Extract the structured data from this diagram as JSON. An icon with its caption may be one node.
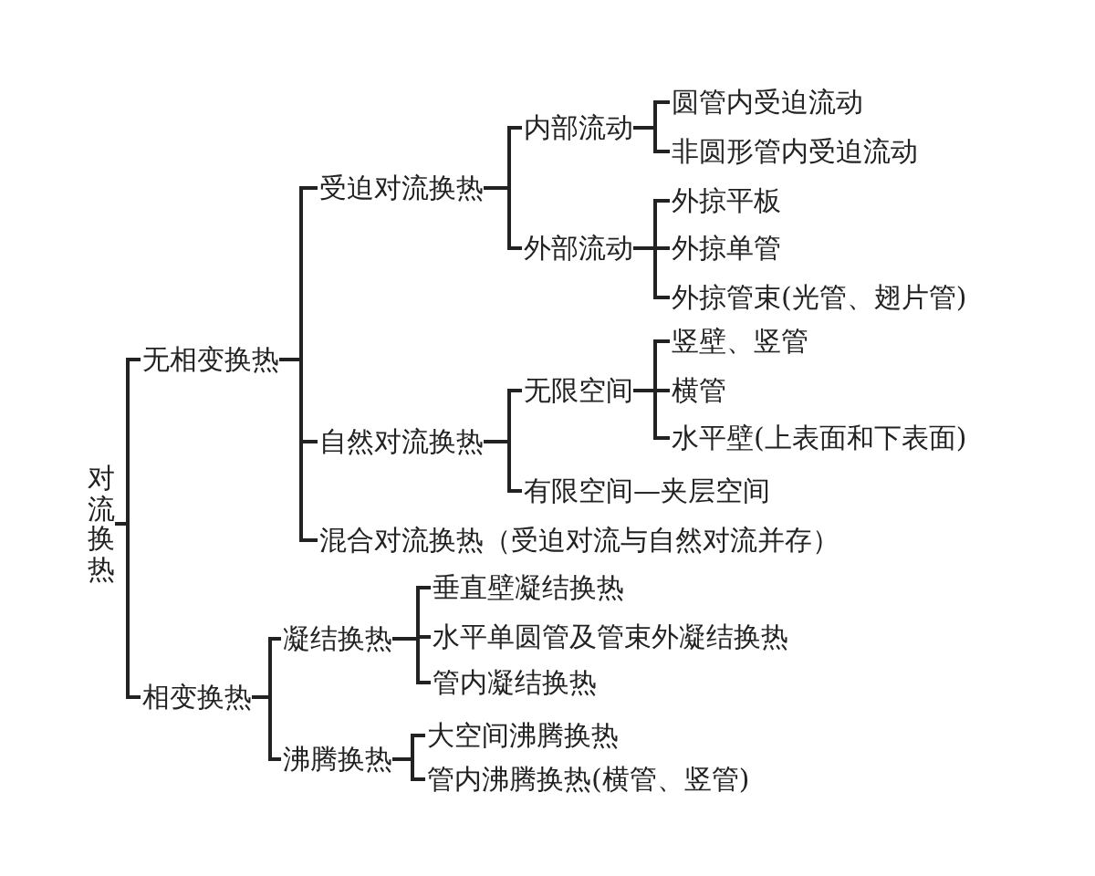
{
  "diagram": {
    "nodes": [
      {
        "text": [
          "对流换热"
        ]
      },
      {
        "text": [
          "无相变换热"
        ]
      },
      {
        "text": [
          "受迫对流换热"
        ]
      },
      {
        "text": [
          "内部流动"
        ]
      },
      {
        "text": [
          "圆管内受迫流动"
        ]
      },
      {
        "text": [
          "非圆形管内受迫流动"
        ]
      },
      {
        "text": [
          "外部流动"
        ]
      },
      {
        "text": [
          "外掠平板"
        ]
      },
      {
        "text": [
          "外掠单管"
        ]
      },
      {
        "text": [
          "外掠管束(光管、翅片管)"
        ]
      },
      {
        "text": [
          "自然对流换热"
        ]
      },
      {
        "text": [
          "无限空间"
        ]
      },
      {
        "text": [
          "竖壁、竖管"
        ]
      },
      {
        "text": [
          "横管"
        ]
      },
      {
        "text": [
          "水平壁(上表面和下表面)"
        ]
      },
      {
        "text": [
          "有限空间—夹层空间"
        ]
      },
      {
        "text": [
          "混合对流换热（受迫对流与自然对流并存）"
        ]
      },
      {
        "text": [
          "相变换热"
        ]
      },
      {
        "text": [
          "凝结换热"
        ]
      },
      {
        "text": [
          "垂直壁凝结换热"
        ]
      },
      {
        "text": [
          "水平单圆管及管束外凝结换热"
        ]
      },
      {
        "text": [
          "管内凝结换热"
        ]
      },
      {
        "text": [
          "沸腾换热"
        ]
      },
      {
        "text": [
          "大空间沸腾换热"
        ]
      },
      {
        "text": [
          "管内沸腾换热(横管、竖管)"
        ]
      }
    ],
    "edges": [
      {
        "from": 0,
        "to": 1,
        "arrow": "none"
      },
      {
        "from": 0,
        "to": 17,
        "arrow": "none"
      },
      {
        "from": 1,
        "to": 2,
        "arrow": "none"
      },
      {
        "from": 1,
        "to": 10,
        "arrow": "none"
      },
      {
        "from": 1,
        "to": 16,
        "arrow": "none"
      },
      {
        "from": 2,
        "to": 3,
        "arrow": "none"
      },
      {
        "from": 2,
        "to": 6,
        "arrow": "none"
      },
      {
        "from": 3,
        "to": 4,
        "arrow": "none"
      },
      {
        "from": 3,
        "to": 5,
        "arrow": "none"
      },
      {
        "from": 6,
        "to": 7,
        "arrow": "none"
      },
      {
        "from": 6,
        "to": 8,
        "arrow": "none"
      },
      {
        "from": 6,
        "to": 9,
        "arrow": "none"
      },
      {
        "from": 10,
        "to": 11,
        "arrow": "none"
      },
      {
        "from": 10,
        "to": 15,
        "arrow": "none"
      },
      {
        "from": 11,
        "to": 12,
        "arrow": "none"
      },
      {
        "from": 11,
        "to": 13,
        "arrow": "none"
      },
      {
        "from": 11,
        "to": 14,
        "arrow": "none"
      },
      {
        "from": 17,
        "to": 18,
        "arrow": "none"
      },
      {
        "from": 17,
        "to": 22,
        "arrow": "none"
      },
      {
        "from": 18,
        "to": 19,
        "arrow": "none"
      },
      {
        "from": 18,
        "to": 20,
        "arrow": "none"
      },
      {
        "from": 18,
        "to": 21,
        "arrow": "none"
      },
      {
        "from": 22,
        "to": 23,
        "arrow": "none"
      },
      {
        "from": 22,
        "to": 24,
        "arrow": "none"
      }
    ]
  }
}
